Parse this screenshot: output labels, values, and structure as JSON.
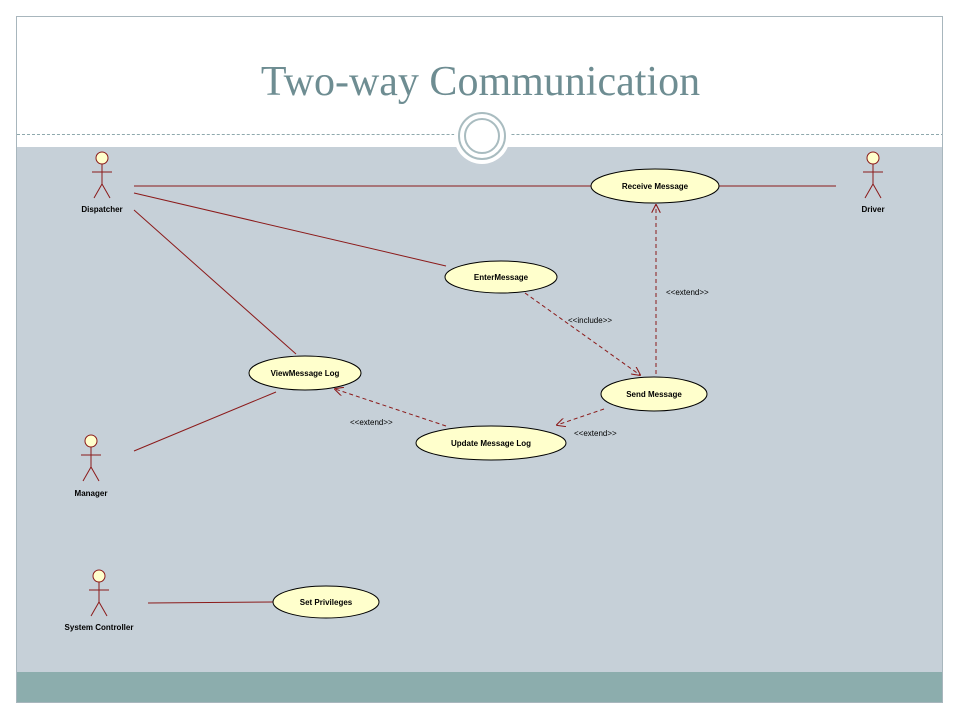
{
  "slide": {
    "title": "Two-way Communication"
  },
  "diagram": {
    "actors": [
      {
        "id": "dispatcher",
        "label": "Dispatcher"
      },
      {
        "id": "driver",
        "label": "Driver"
      },
      {
        "id": "manager",
        "label": "Manager"
      },
      {
        "id": "system-controller",
        "label": "System Controller"
      }
    ],
    "use_cases": [
      {
        "id": "receive-message",
        "label": "Receive Message"
      },
      {
        "id": "enter-message",
        "label": "EnterMessage"
      },
      {
        "id": "send-message",
        "label": "Send Message"
      },
      {
        "id": "view-message-log",
        "label": "ViewMessage Log"
      },
      {
        "id": "update-message-log",
        "label": "Update Message Log"
      },
      {
        "id": "set-privileges",
        "label": "Set Privileges"
      }
    ],
    "relationships": [
      {
        "id": "include-enter-send",
        "label": "<<include>>"
      },
      {
        "id": "extend-send-receive",
        "label": "<<extend>>"
      },
      {
        "id": "extend-send-update",
        "label": "<<extend>>"
      },
      {
        "id": "extend-update-view",
        "label": "<<extend>>"
      }
    ],
    "colors": {
      "line": "#8b1a1a",
      "usecase_fill": "#ffffcc",
      "actor_fill": "#ffffcc"
    }
  }
}
